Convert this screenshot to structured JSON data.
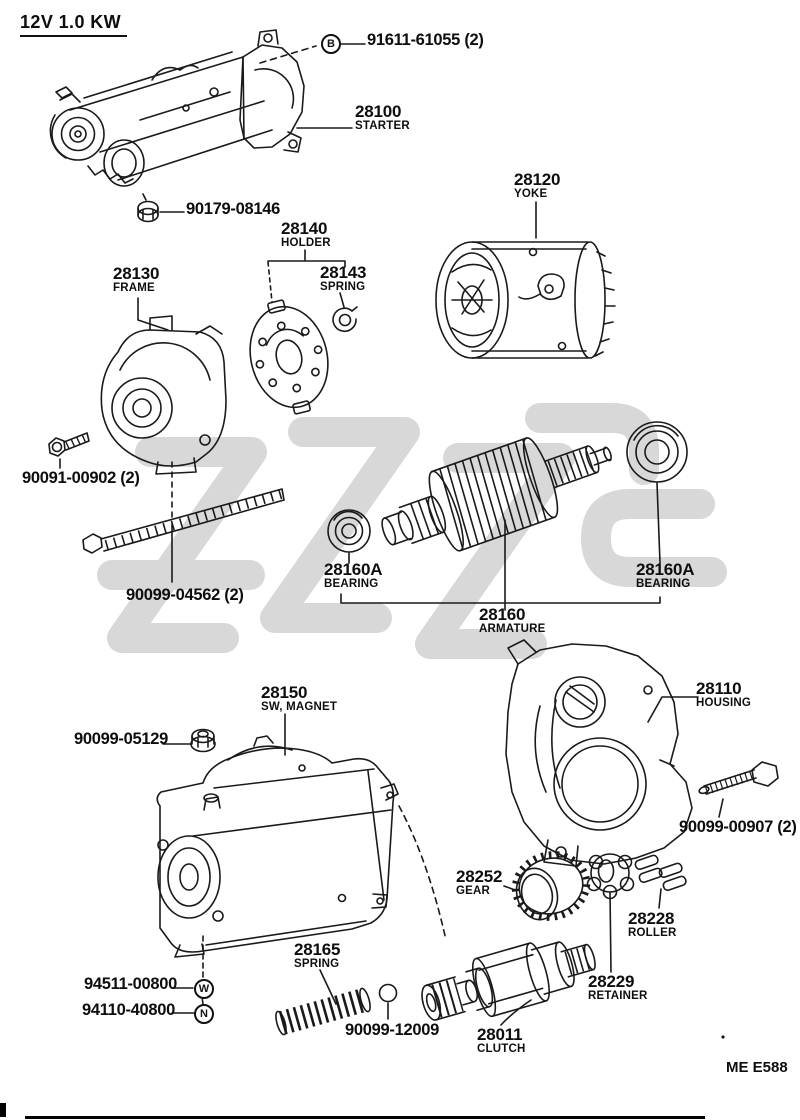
{
  "header": {
    "spec": "12V 1.0 KW"
  },
  "footer": {
    "page_code": "ME E588"
  },
  "colors": {
    "ink": "#1a1a1a",
    "watermark": "#d8d8d8"
  },
  "callouts": {
    "starter": {
      "number": "28100",
      "name": "STARTER"
    },
    "yoke": {
      "number": "28120",
      "name": "YOKE"
    },
    "holder": {
      "number": "28140",
      "name": "HOLDER"
    },
    "brush_spring": {
      "number": "28143",
      "name": "SPRING"
    },
    "frame": {
      "number": "28130",
      "name": "FRAME"
    },
    "bearing_left": {
      "number": "28160A",
      "name": "BEARING"
    },
    "bearing_right": {
      "number": "28160A",
      "name": "BEARING"
    },
    "armature": {
      "number": "28160",
      "name": "ARMATURE"
    },
    "sw_magnet": {
      "number": "28150",
      "name": "SW, MAGNET"
    },
    "housing": {
      "number": "28110",
      "name": "HOUSING"
    },
    "gear": {
      "number": "28252",
      "name": "GEAR"
    },
    "roller": {
      "number": "28228",
      "name": "ROLLER"
    },
    "retainer": {
      "number": "28229",
      "name": "RETAINER"
    },
    "drive_spring": {
      "number": "28165",
      "name": "SPRING"
    },
    "clutch": {
      "number": "28011",
      "name": "CLUTCH"
    }
  },
  "hardware": {
    "bolt_b": {
      "symbol": "B",
      "number": "91611-61055 (2)"
    },
    "nut_through": {
      "number": "90179-08146"
    },
    "screw_frame": {
      "number": "90091-00902 (2)"
    },
    "bolt_through": {
      "number": "90099-04562 (2)"
    },
    "nut_terminal": {
      "number": "90099-05129"
    },
    "bolt_housing": {
      "number": "90099-00907 (2)"
    },
    "washer": {
      "symbol": "W",
      "number": "94511-00800"
    },
    "nut_magnet": {
      "symbol": "N",
      "number": "94110-40800"
    },
    "ball": {
      "number": "90099-12009"
    }
  }
}
